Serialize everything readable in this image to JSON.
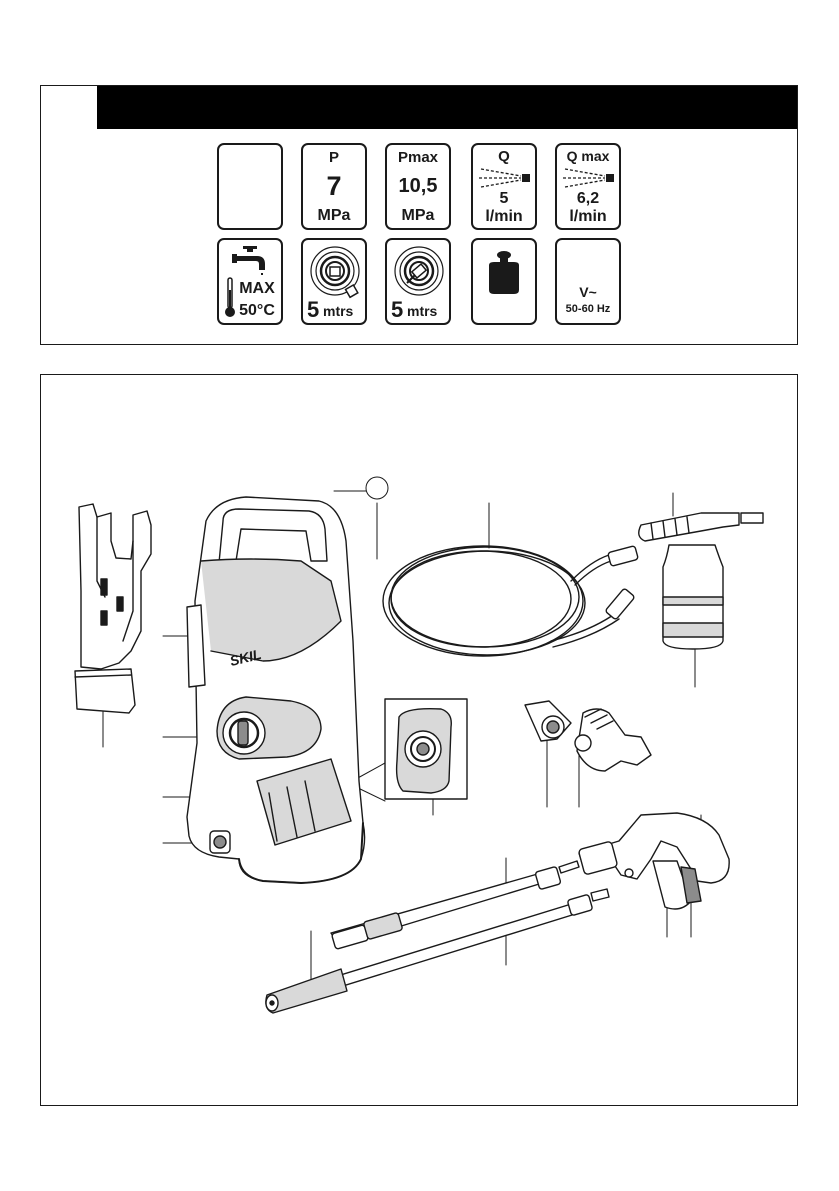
{
  "spec_tiles": {
    "blank": "",
    "pressure": {
      "symbol": "P",
      "value": "7",
      "unit": "MPa"
    },
    "pressure_max": {
      "symbol": "Pmax",
      "value": "10,5",
      "unit": "MPa"
    },
    "flow": {
      "symbol": "Q",
      "value": "5",
      "unit": "l/min"
    },
    "flow_max": {
      "symbol": "Q max",
      "value": "6,2",
      "unit": "l/min"
    },
    "inlet_temp": {
      "label": "MAX",
      "value": "50°C"
    },
    "hose_length": {
      "value": "5",
      "unit": "mtrs"
    },
    "cable_length": {
      "value": "5",
      "unit": "mtrs"
    },
    "weight_icon": "weight-icon",
    "voltage": {
      "symbol": "V~",
      "value": "50-60 Hz"
    }
  },
  "figure": {
    "brand_logo": "SKIL"
  },
  "colors": {
    "ink": "#1a1a1a",
    "bar": "#000000",
    "shade": "#d9d9d9",
    "shade_dark": "#8c8c8c"
  }
}
